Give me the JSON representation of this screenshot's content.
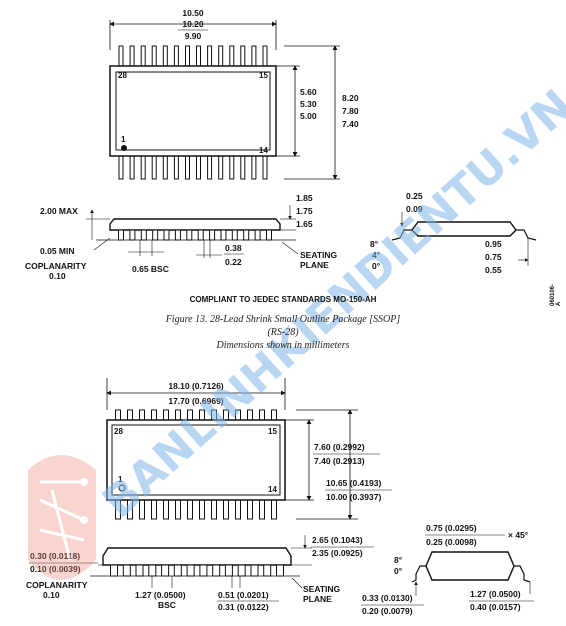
{
  "watermark": {
    "text": "BANLINHKIENDIENTU.VN",
    "color": "#7fb3e6"
  },
  "ssop": {
    "body_length": [
      "10.50",
      "10.20",
      "9.90"
    ],
    "body_width": [
      "5.60",
      "5.30",
      "5.00"
    ],
    "lead_span": [
      "8.20",
      "7.80",
      "7.40"
    ],
    "pin_labels": {
      "top_left": "28",
      "top_right": "15",
      "bottom_left": "1",
      "bottom_right": "14"
    },
    "height_max": "2.00 MAX",
    "standoff_min": "0.05 MIN",
    "coplanarity": [
      "COPLANARITY",
      "0.10"
    ],
    "pitch": "0.65 BSC",
    "lead_width": [
      "0.38",
      "0.22"
    ],
    "body_height": [
      "1.85",
      "1.75",
      "1.65"
    ],
    "seating_plane": [
      "SEATING",
      "PLANE"
    ],
    "lead_thickness": [
      "0.25",
      "0.09"
    ],
    "angles": [
      "8°",
      "4°",
      "0°"
    ],
    "foot_length": [
      "0.95",
      "0.75",
      "0.55"
    ],
    "compliance": "COMPLIANT TO JEDEC STANDARDS MO-150-AH",
    "caption": [
      "Figure 13. 28-Lead Shrink Small Outline Package [SSOP]",
      "(RS-28)",
      "Dimensions shown in millimeters"
    ],
    "drawing_code": "060106-A"
  },
  "soic": {
    "body_length": [
      "18.10 (0.7126)",
      "17.70 (0.6969)"
    ],
    "body_width": [
      "7.60 (0.2992)",
      "7.40 (0.2913)"
    ],
    "lead_span": [
      "10.65 (0.4193)",
      "10.00 (0.3937)"
    ],
    "pin_labels": {
      "top_left": "28",
      "top_right": "15",
      "bottom_left": "1",
      "bottom_right": "14"
    },
    "standoff": [
      "0.30 (0.0118)",
      "0.10 (0.0039)"
    ],
    "coplanarity": [
      "COPLANARITY",
      "0.10"
    ],
    "pitch": [
      "1.27 (0.0500)",
      "BSC"
    ],
    "lead_width": [
      "0.51 (0.0201)",
      "0.31 (0.0122)"
    ],
    "body_height": [
      "2.65 (0.1043)",
      "2.35 (0.0925)"
    ],
    "seating_plane": [
      "SEATING",
      "PLANE"
    ],
    "chamfer": [
      "0.75 (0.0295)",
      "0.25 (0.0098)"
    ],
    "chamfer_angle": "× 45°",
    "angles": [
      "8°",
      "0°"
    ],
    "lead_thickness": [
      "0.33 (0.0130)",
      "0.20 (0.0079)"
    ],
    "foot_length": [
      "1.27 (0.0500)",
      "0.40 (0.0157)"
    ]
  }
}
